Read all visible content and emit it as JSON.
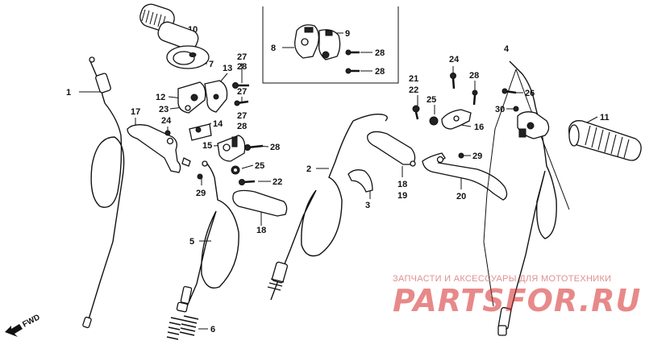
{
  "callouts": [
    "1",
    "2",
    "3",
    "4",
    "5",
    "6",
    "7",
    "8",
    "9",
    "10",
    "11",
    "12",
    "13",
    "14",
    "15",
    "16",
    "17",
    "18",
    "19",
    "20",
    "21",
    "22",
    "23",
    "24",
    "25",
    "26",
    "27",
    "28",
    "29",
    "30"
  ],
  "fwd_label": "FWD",
  "watermark": {
    "caption": "ЗАПЧАСТИ И АКСЕССУАРЫ ДЛЯ МОТОТЕХНИКИ",
    "logo": "PARTSFOR.RU",
    "color": "#d62828"
  },
  "icons": [
    "fwd-arrow-icon"
  ]
}
